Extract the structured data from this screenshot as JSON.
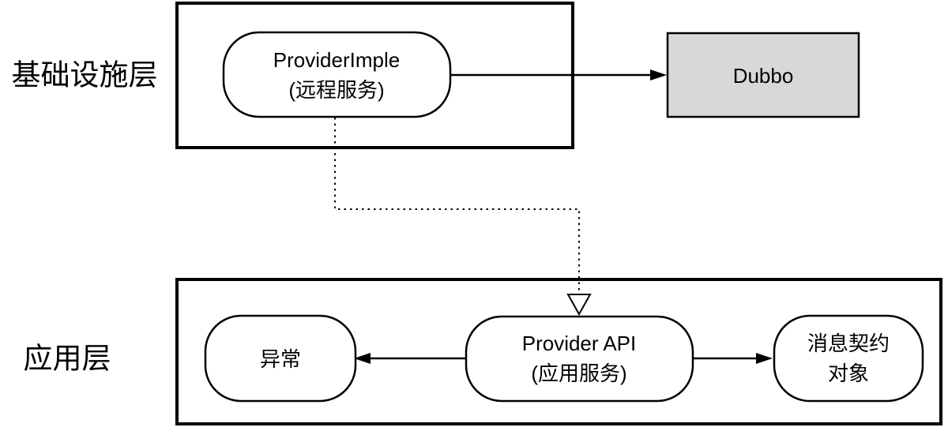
{
  "diagram": {
    "infrastructure_layer": {
      "label": "基础设施层",
      "nodes": {
        "provider_imple": {
          "line1": "ProviderImple",
          "line2": "(远程服务)"
        },
        "dubbo": {
          "label": "Dubbo"
        }
      }
    },
    "application_layer": {
      "label": "应用层",
      "nodes": {
        "exception": {
          "label": "异常"
        },
        "provider_api": {
          "line1": "Provider API",
          "line2": "(应用服务)"
        },
        "message_contract": {
          "line1": "消息契约",
          "line2": "对象"
        }
      }
    },
    "colors": {
      "stroke": "#000000",
      "node_fill": "#ffffff",
      "dubbo_fill": "#d8d8d8",
      "background": "#ffffff"
    }
  }
}
